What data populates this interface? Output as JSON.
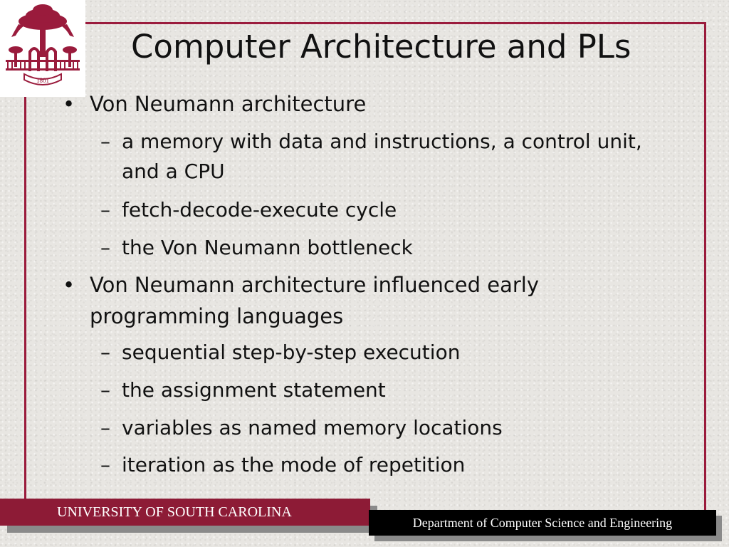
{
  "slide": {
    "title": "Computer Architecture and PLs",
    "logo": {
      "year": "1801"
    },
    "bullets": [
      {
        "text": "Von Neumann architecture",
        "subitems": [
          "a memory with data and instructions, a control unit, and a CPU",
          "fetch-decode-execute cycle",
          "the Von Neumann bottleneck"
        ]
      },
      {
        "text": "Von Neumann architecture influenced early programming languages",
        "subitems": [
          "sequential step-by-step execution",
          "the assignment statement",
          "variables as named memory locations",
          "iteration as the mode of repetition"
        ]
      }
    ],
    "bullet_marker": "•",
    "sub_marker": "–"
  },
  "footer": {
    "university": "UNIVERSITY OF SOUTH CAROLINA",
    "department": "Department of Computer Science and Engineering"
  },
  "colors": {
    "accent": "#9a1b3c",
    "footer_left_bg": "#8d1b36",
    "footer_right_bg": "#000000",
    "text": "#111111"
  }
}
